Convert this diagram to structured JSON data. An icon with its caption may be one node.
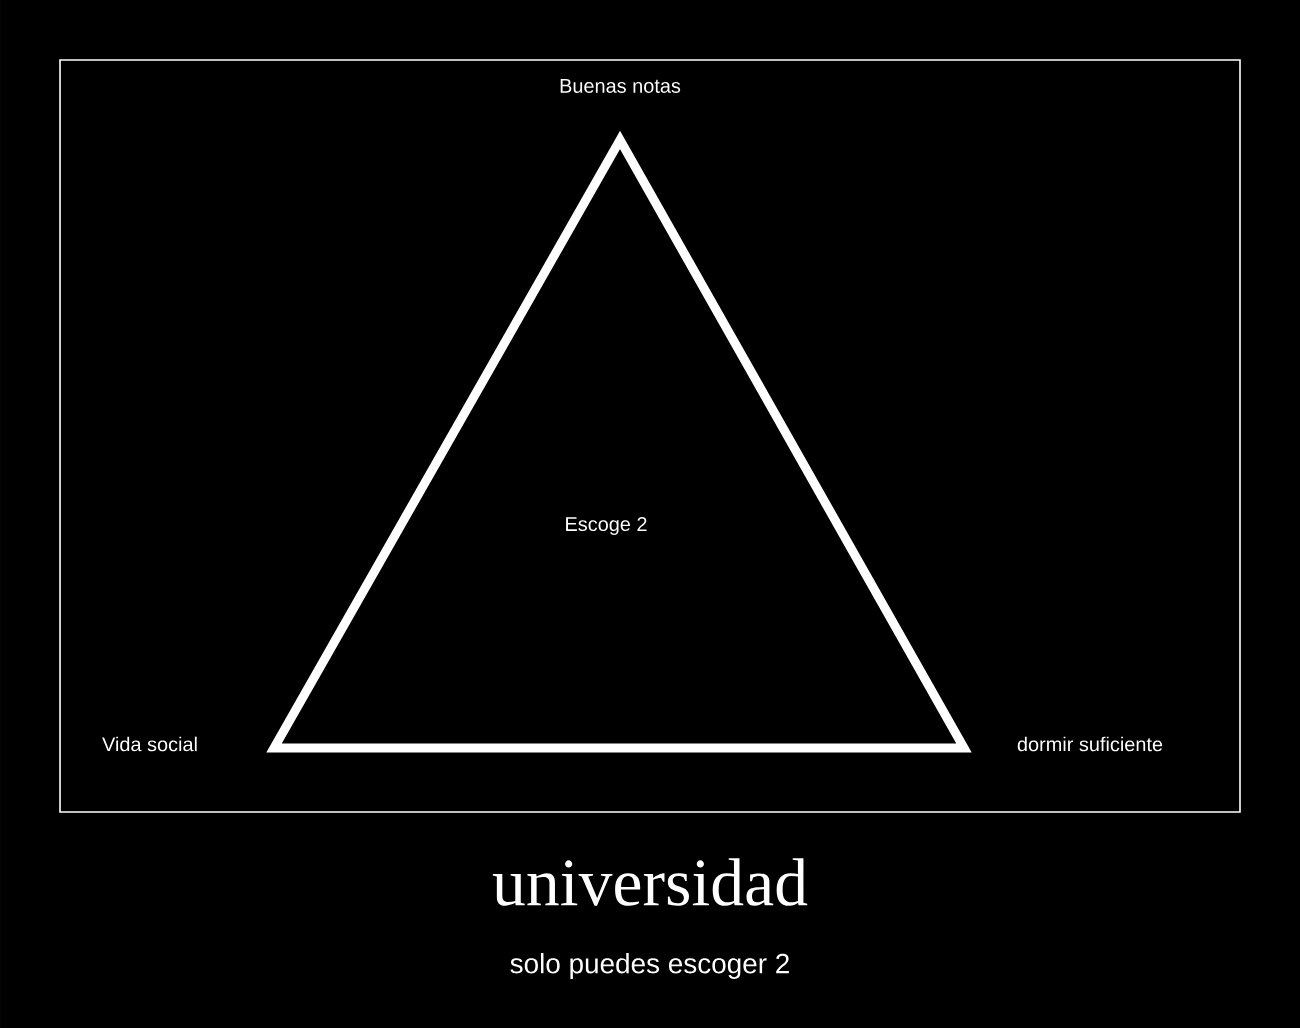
{
  "diagram": {
    "title": "universidad",
    "caption": "solo puedes escoger 2",
    "nodes": [
      {
        "text": [
          "Escoge 2"
        ]
      }
    ],
    "labels": [
      "Buenas notas",
      "Vida social",
      "dormir suficiente"
    ]
  }
}
